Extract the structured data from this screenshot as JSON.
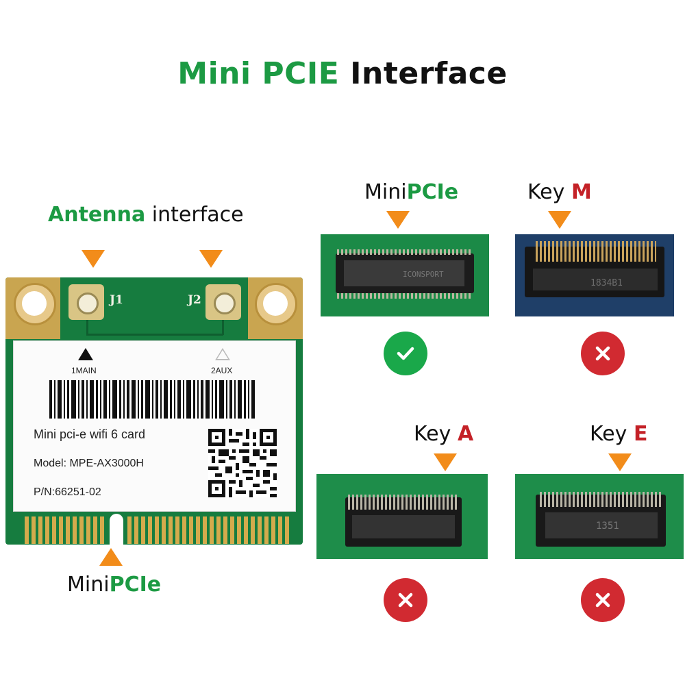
{
  "title": {
    "part1": "Mini PCIE",
    "part2": "Interface"
  },
  "antenna_caption": {
    "bold": "Antenna",
    "rest": " interface"
  },
  "card_label": {
    "j1": "J1",
    "j2": "J2",
    "main": "1MAIN",
    "aux": "2AUX",
    "line1": "Mini pci-e wifi 6 card",
    "line2": "Model: MPE-AX3000H",
    "line3": "P/N:66251-02"
  },
  "card_caption": {
    "plain": "Mini",
    "bold": "PCIe"
  },
  "slots": [
    {
      "prefix": "Mini",
      "highlight": "PCIe",
      "highlight_color": "green",
      "status": "compatible",
      "board_text": "ICONSPORT"
    },
    {
      "prefix": "Key ",
      "highlight": "M",
      "highlight_color": "red",
      "status": "incompatible",
      "board_text": "1834B1"
    },
    {
      "prefix": "Key ",
      "highlight": "A",
      "highlight_color": "red",
      "status": "incompatible",
      "board_text": ""
    },
    {
      "prefix": "Key ",
      "highlight": "E",
      "highlight_color": "red",
      "status": "incompatible",
      "board_text": "1351"
    }
  ],
  "colors": {
    "green_text": "#1c9a43",
    "red_text": "#c42127",
    "arrow": "#f28c1a",
    "ok_badge": "#1aa84a",
    "no_badge": "#d12a31",
    "pcb_green": "#167c3f",
    "pcb_blue": "#1f3f68"
  },
  "icons": {
    "ok": "check-circle-icon",
    "no": "x-circle-icon",
    "arrow": "orange-triangle-icon"
  }
}
